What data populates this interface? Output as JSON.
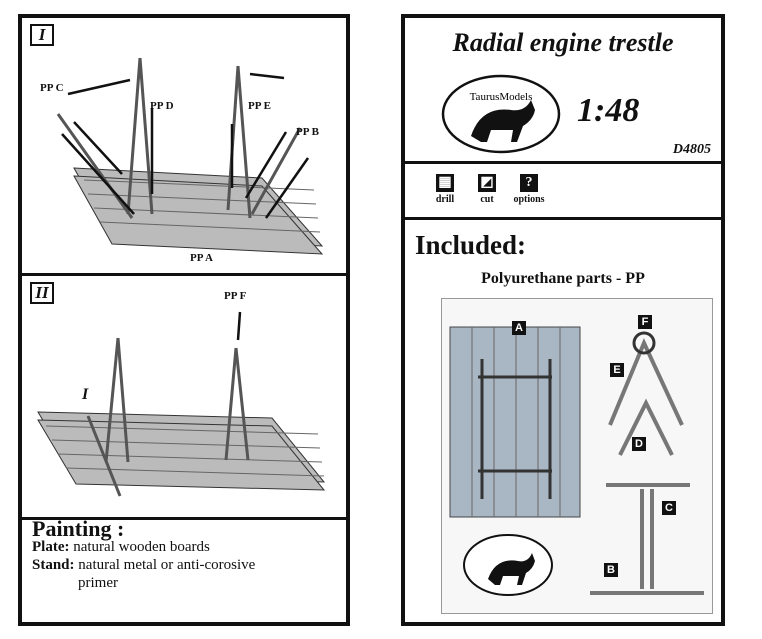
{
  "left": {
    "step1": "I",
    "step2": "II",
    "labels": {
      "ppc": "PP C",
      "ppd": "PP D",
      "ppe": "PP E",
      "ppb": "PP B",
      "ppa": "PP A",
      "ppf": "PP F",
      "i": "I"
    },
    "painting": {
      "heading": "Painting :",
      "plate_label": "Plate:",
      "plate_value": "natural wooden boards",
      "stand_label": "Stand:",
      "stand_value": "natural metal or anti-corosive",
      "stand_value2": "primer"
    }
  },
  "right": {
    "title": "Radial engine trestle",
    "brand": "TaurusModels",
    "scale": "1:48",
    "code": "D4805",
    "tools": [
      {
        "label": "drill",
        "icon": "▦"
      },
      {
        "label": "cut",
        "icon": "◩"
      },
      {
        "label": "options",
        "icon": "?"
      }
    ],
    "included": "Included:",
    "parts": "Polyurethane parts - PP",
    "tags": {
      "a": "A",
      "b": "B",
      "c": "C",
      "d": "D",
      "e": "E",
      "f": "F"
    }
  }
}
